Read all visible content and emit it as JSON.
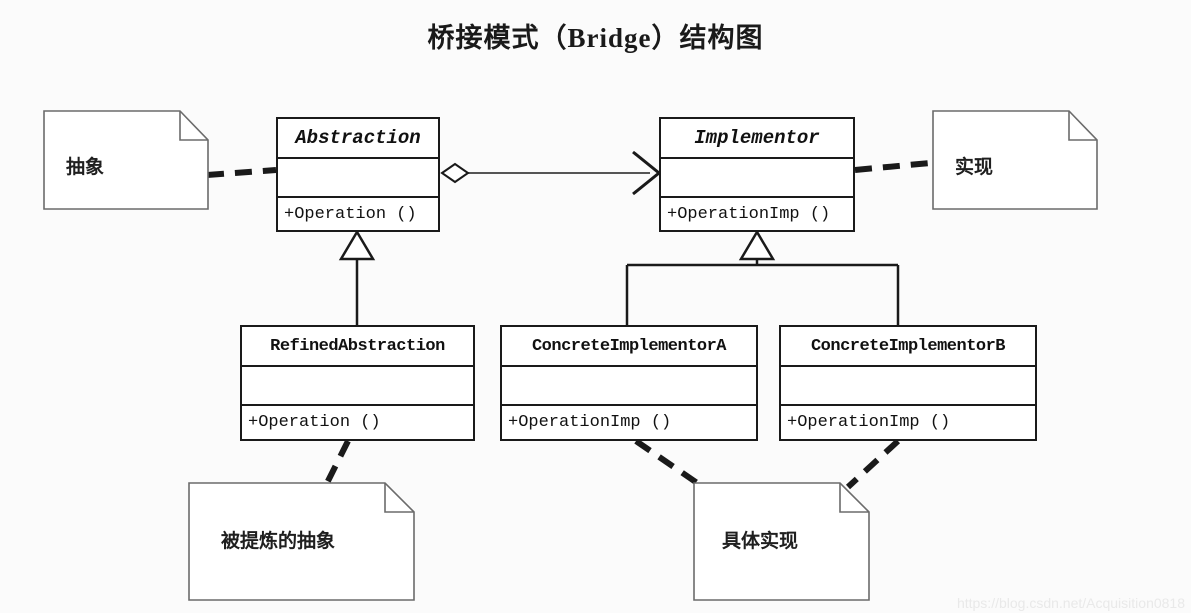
{
  "diagram": {
    "title": "桥接模式（Bridge）结构图",
    "type": "uml-class-diagram",
    "background_color": "#fbfbfb",
    "line_color": "#1a1a1a",
    "watermark": "https://blog.csdn.net/Acquisition0818"
  },
  "classes": [
    {
      "id": "abstraction",
      "name": "Abstraction",
      "stereotype": "abstract",
      "attributes": [],
      "operations": [
        "+Operation ()"
      ]
    },
    {
      "id": "implementor",
      "name": "Implementor",
      "stereotype": "abstract",
      "attributes": [],
      "operations": [
        "+OperationImp ()"
      ]
    },
    {
      "id": "refined_abstraction",
      "name": "RefinedAbstraction",
      "stereotype": "concrete",
      "attributes": [],
      "operations": [
        "+Operation ()"
      ]
    },
    {
      "id": "concrete_implementor_a",
      "name": "ConcreteImplementorA",
      "stereotype": "concrete",
      "attributes": [],
      "operations": [
        "+OperationImp ()"
      ]
    },
    {
      "id": "concrete_implementor_b",
      "name": "ConcreteImplementorB",
      "stereotype": "concrete",
      "attributes": [],
      "operations": [
        "+OperationImp ()"
      ]
    }
  ],
  "notes": [
    {
      "id": "note_abstraction",
      "text": "抽象"
    },
    {
      "id": "note_implementation",
      "text": "实现"
    },
    {
      "id": "note_refined_abstraction",
      "text": "被提炼的抽象"
    },
    {
      "id": "note_concrete_impl",
      "text": "具体实现"
    }
  ],
  "relationships": [
    {
      "from": "abstraction",
      "to": "implementor",
      "kind": "aggregation-directed"
    },
    {
      "from": "refined_abstraction",
      "to": "abstraction",
      "kind": "generalization"
    },
    {
      "from": "concrete_implementor_a",
      "to": "implementor",
      "kind": "generalization"
    },
    {
      "from": "concrete_implementor_b",
      "to": "implementor",
      "kind": "generalization"
    },
    {
      "from": "note_abstraction",
      "to": "abstraction",
      "kind": "note-anchor"
    },
    {
      "from": "note_implementation",
      "to": "implementor",
      "kind": "note-anchor"
    },
    {
      "from": "note_refined_abstraction",
      "to": "refined_abstraction",
      "kind": "note-anchor"
    },
    {
      "from": "note_concrete_impl",
      "to": "concrete_implementor_a",
      "kind": "note-anchor"
    },
    {
      "from": "note_concrete_impl",
      "to": "concrete_implementor_b",
      "kind": "note-anchor"
    }
  ]
}
